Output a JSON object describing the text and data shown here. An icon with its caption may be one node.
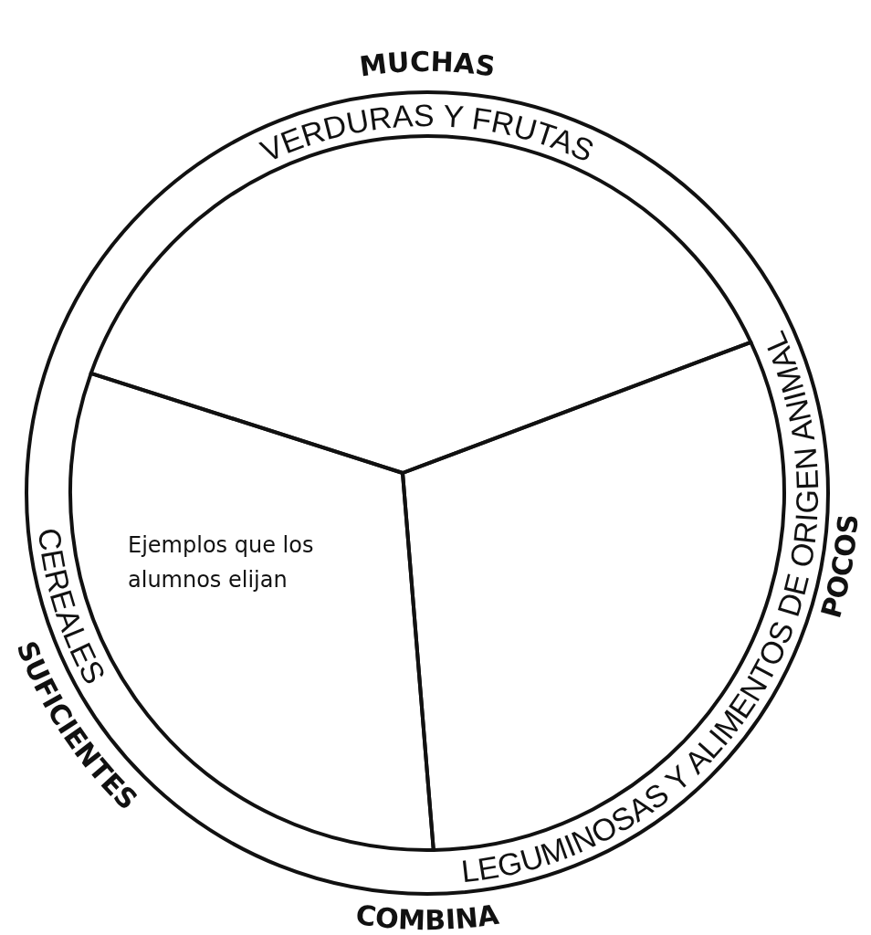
{
  "diagram": {
    "nodes": [
      {
        "text": [
          "VERDURAS Y FRUTAS"
        ]
      },
      {
        "text": [
          "LEGUMINOSAS Y ALIMENTOS DE ORIGEN ANIMAL"
        ]
      },
      {
        "text": [
          "CEREALES",
          "Ejemplos que los alumnos elijan"
        ]
      }
    ],
    "labels": [
      "MUCHAS",
      "POCOS",
      "SUFICIENTES",
      "COMBINA"
    ]
  }
}
